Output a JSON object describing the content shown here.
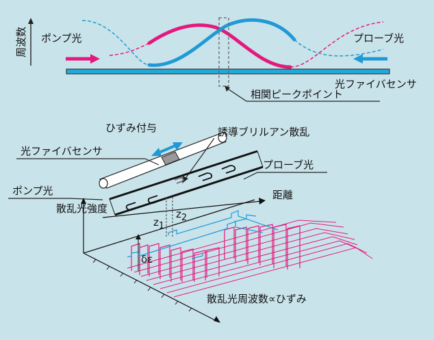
{
  "labels": {
    "freq_axis": "周波数",
    "pump_top": "ポンプ光",
    "probe_top": "プローブ光",
    "fiber_top": "光ファイバセンサ",
    "correlation_peak": "相関ピークポイント",
    "strain_applied": "ひずみ付与",
    "sbs": "誘導ブリルアン散乱",
    "fiber_bottom": "光ファイバセンサ",
    "probe_bottom": "プローブ光",
    "pump_bottom": "ポンプ光",
    "distance": "距離",
    "scatter_intensity": "散乱光強度",
    "z1": "z",
    "z1_sub": "1",
    "z2": "z",
    "z2_sub": "2",
    "delta_eps": "δε",
    "freq_strain": "散乱光周波数∝ひずみ"
  },
  "colors": {
    "pump": "#e4197d",
    "probe": "#1f9ad6",
    "background": "#c9e3ea",
    "fiber": "#23a9d8",
    "grid": "#b08a8e"
  },
  "icons": {
    "pump_arrow": "arrow-right-icon",
    "probe_arrow": "arrow-left-icon",
    "strain_arrow": "double-arrow-icon"
  }
}
